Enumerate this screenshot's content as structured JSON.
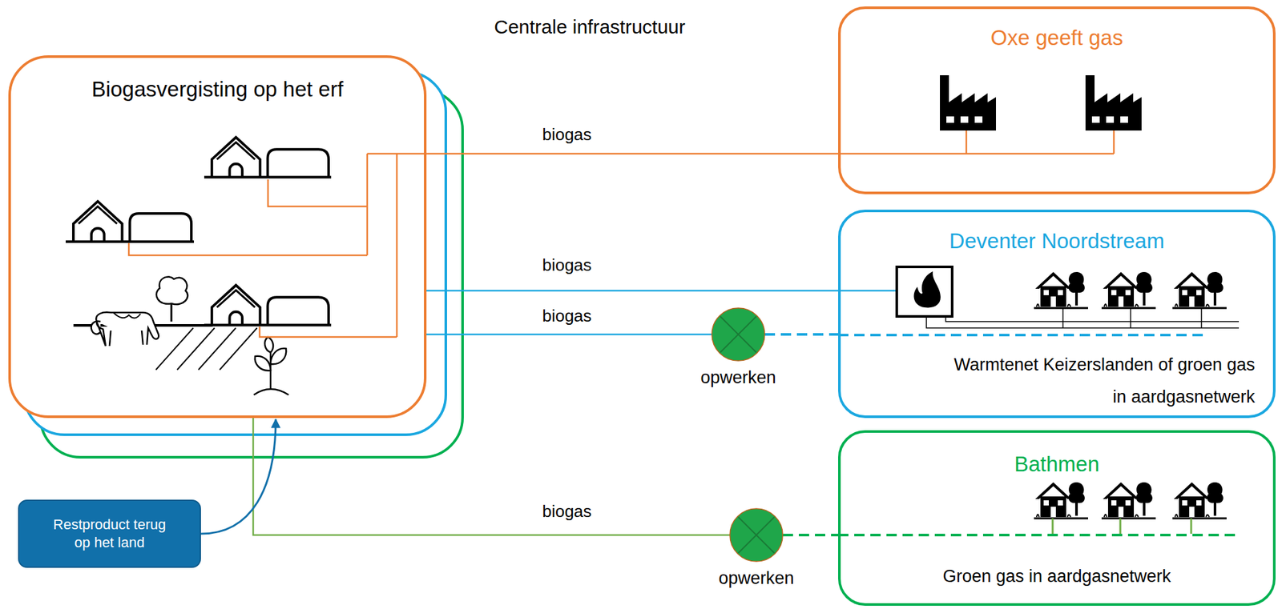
{
  "diagram": {
    "nodes": [
      {
        "text": [
          "Biogasvergisting op het erf"
        ]
      },
      {
        "text": [
          "Oxe geeft gas"
        ]
      },
      {
        "text": [
          "Deventer Noordstream",
          "Warmtenet Keizerslanden of groen gas in aardgasnetwerk"
        ]
      },
      {
        "text": [
          "Bathmen",
          "Groen gas in aardgasnetwerk"
        ]
      },
      {
        "text": [
          "opwerken"
        ]
      },
      {
        "text": [
          "opwerken"
        ]
      },
      {
        "text": [
          "Restproduct terug op het land"
        ]
      }
    ],
    "edges": [
      {
        "from": 0,
        "to": 1,
        "arrow": "none",
        "label": "biogas"
      },
      {
        "from": 0,
        "to": 2,
        "arrow": "none",
        "label": "biogas"
      },
      {
        "from": 0,
        "to": 4,
        "arrow": "none",
        "label": "biogas"
      },
      {
        "from": 4,
        "to": 2,
        "arrow": "none"
      },
      {
        "from": 0,
        "to": 5,
        "arrow": "none",
        "label": "biogas"
      },
      {
        "from": 5,
        "to": 3,
        "arrow": "none"
      },
      {
        "from": 6,
        "to": 0,
        "arrow": "to"
      }
    ],
    "labels": [
      "Centrale infrastructuur"
    ]
  }
}
